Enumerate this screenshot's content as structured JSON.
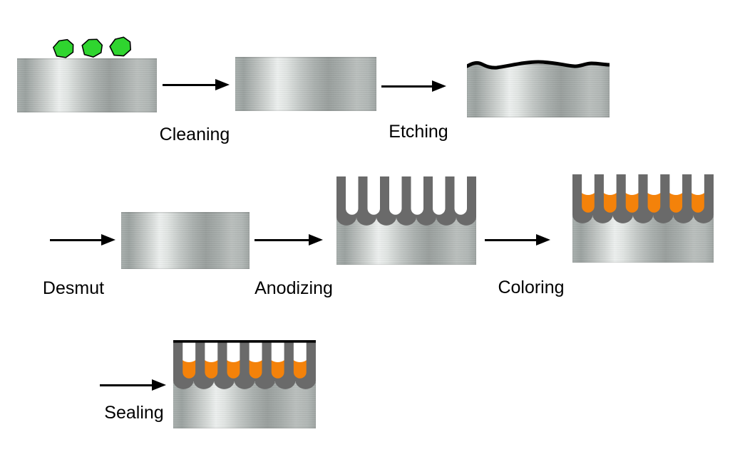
{
  "figure": {
    "type": "process-flow-diagram",
    "subject": "Aluminum anodizing surface-treatment process",
    "background": "#ffffff",
    "steps": [
      {
        "name": "cleaning",
        "label": "Cleaning"
      },
      {
        "name": "etching",
        "label": "Etching"
      },
      {
        "name": "desmut",
        "label": "Desmut"
      },
      {
        "name": "anodizing",
        "label": "Anodizing"
      },
      {
        "name": "coloring",
        "label": "Coloring"
      },
      {
        "name": "sealing",
        "label": "Sealing"
      }
    ],
    "blocks": [
      {
        "name": "substrate-with-contaminants",
        "description": "aluminum block with three green contaminant particles on top surface"
      },
      {
        "name": "cleaned-substrate",
        "description": "bare brushed-aluminum block"
      },
      {
        "name": "etched-substrate",
        "description": "aluminum block with dark wavy roughened top surface"
      },
      {
        "name": "desmutted-substrate",
        "description": "bare brushed-aluminum block"
      },
      {
        "name": "anodized-substrate",
        "description": "aluminum with gray porous oxide comb layer, pores empty"
      },
      {
        "name": "colored-substrate",
        "description": "gray porous oxide layer with pores partly filled with orange dye"
      },
      {
        "name": "sealed-substrate",
        "description": "dyed porous oxide layer capped by a thin black sealing line"
      }
    ],
    "colors": {
      "oxide_gray": "#6a6a6a",
      "dye_orange": "#f4820a",
      "contaminant_green": "#2fd52f",
      "outline_black": "#000000",
      "metal_highlight": "#eef1f0",
      "metal_shadow": "#9aa09e"
    }
  }
}
